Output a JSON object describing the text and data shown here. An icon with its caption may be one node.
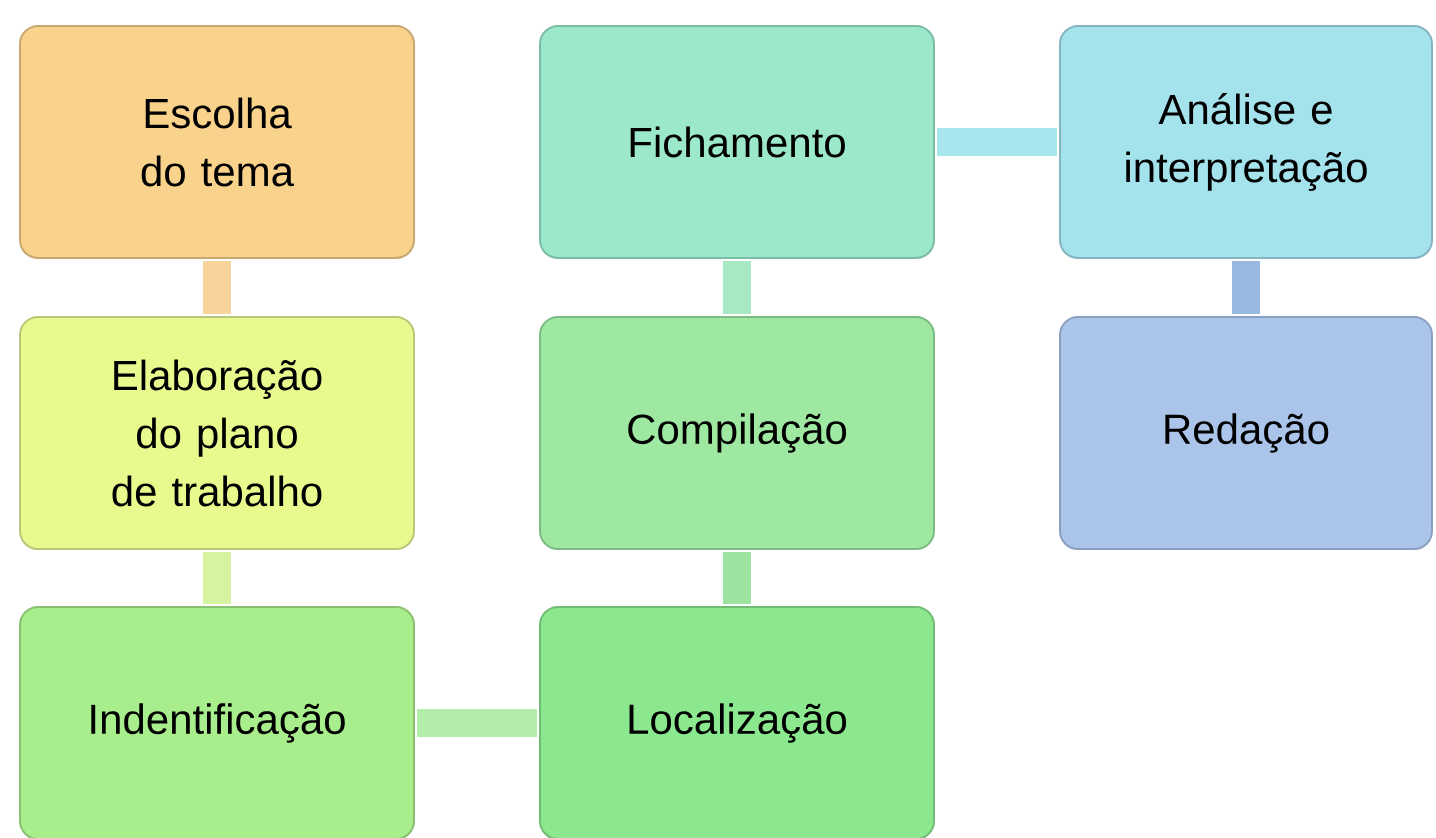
{
  "diagram": {
    "nodes": [
      {
        "text": [
          "Escolha do tema"
        ]
      },
      {
        "text": [
          "Elaboração do plano de trabalho"
        ]
      },
      {
        "text": [
          "Indentificação"
        ]
      },
      {
        "text": [
          "Localização"
        ]
      },
      {
        "text": [
          "Compilação"
        ]
      },
      {
        "text": [
          "Fichamento"
        ]
      },
      {
        "text": [
          "Análise e interpretação"
        ]
      },
      {
        "text": [
          "Redação"
        ]
      }
    ],
    "edges": [
      {
        "from": 0,
        "to": 1,
        "arrow": "none",
        "color": "#f9d49a"
      },
      {
        "from": 1,
        "to": 2,
        "arrow": "none",
        "color": "#d6f4a0"
      },
      {
        "from": 2,
        "to": 3,
        "arrow": "none",
        "color": "#b2eeaa"
      },
      {
        "from": 3,
        "to": 4,
        "arrow": "none",
        "color": "#9ee2a0"
      },
      {
        "from": 4,
        "to": 5,
        "arrow": "none",
        "color": "#a8e8c2"
      },
      {
        "from": 5,
        "to": 6,
        "arrow": "none",
        "color": "#a6e6ec"
      },
      {
        "from": 6,
        "to": 7,
        "arrow": "none",
        "color": "#98b8e0"
      }
    ]
  }
}
